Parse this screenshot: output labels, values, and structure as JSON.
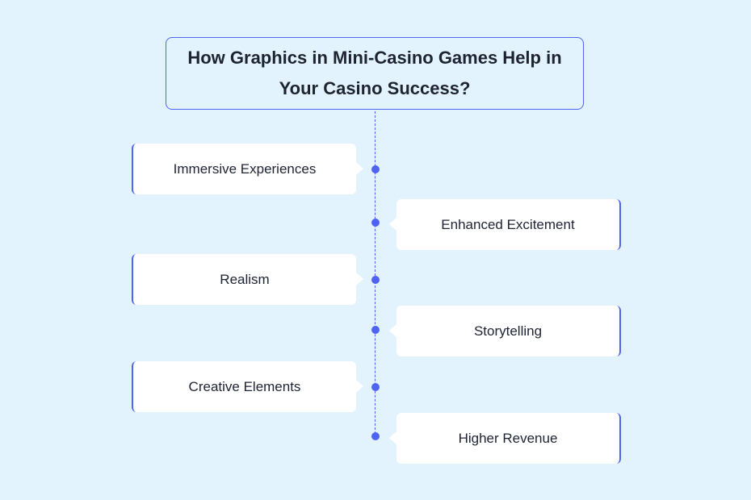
{
  "title": "How Graphics in Mini-Casino Games Help in Your Casino Success?",
  "items": [
    "Immersive Experiences",
    "Enhanced Excitement",
    "Realism",
    "Storytelling",
    "Creative Elements",
    "Higher Revenue"
  ],
  "colors": {
    "accent": "#4f63f3",
    "background": "#e2f3fd"
  }
}
